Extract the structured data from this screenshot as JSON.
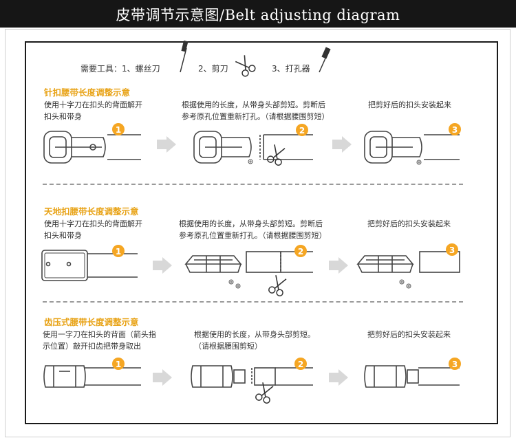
{
  "header": {
    "title": "皮带调节示意图/Belt adjusting diagram"
  },
  "tools": {
    "label": "需要工具：1、螺丝刀",
    "item2": "2、剪刀",
    "item3": "3、打孔器",
    "screwdriver_icon": "screwdriver-icon",
    "scissors_icon": "scissors-icon",
    "punch_icon": "hole-punch-icon"
  },
  "sections": [
    {
      "title": "针扣腰带长度调整示意",
      "step1": [
        "使用十字刀在扣头的背面解开",
        "扣头和带身"
      ],
      "step2": [
        "根据使用的长度，从带身头部剪短。剪断后",
        "参考原孔位置重新打孔。（请根据腰围剪短）"
      ],
      "step3": [
        "把剪好后的扣头安装起来"
      ]
    },
    {
      "title": "天地扣腰带长度调整示意",
      "step1": [
        "使用十字刀在扣头的背面解开",
        "扣头和带身"
      ],
      "step2": [
        "根据使用的长度，从带身头部剪短。剪断后",
        "参考原孔位置重新打孔。（请根据腰围剪短）"
      ],
      "step3": [
        "把剪好后的扣头安装起来"
      ]
    },
    {
      "title": "齿压式腰带长度调整示意",
      "step1": [
        "使用一字刀在扣头的背面（箭头指",
        "示位置）敲开扣齿把带身取出"
      ],
      "step2": [
        "根据使用的长度，从带身头部剪短。",
        "（请根据腰围剪短）"
      ],
      "step3": [
        "把剪好后的扣头安装起来"
      ]
    }
  ],
  "badges": [
    "1",
    "2",
    "3"
  ],
  "colors": {
    "accent": "#e8a317",
    "badge": "#f5a623",
    "title_bar": "#161616",
    "arrow": "#cfcfcf",
    "line": "#444444"
  }
}
